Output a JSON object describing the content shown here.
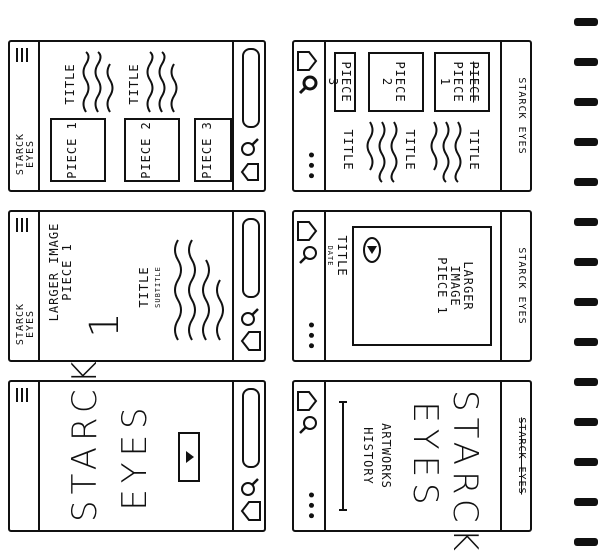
{
  "brand": {
    "name": "STARCK EYES",
    "name_struck": "STARCK EYES"
  },
  "pieces": {
    "piece1": "PIECE 1",
    "piece1_struck": "PIECE",
    "piece2": "PIECE 2",
    "piece3": "PIECE 3",
    "title": "TITLE"
  },
  "detail": {
    "large_image": "LARGER IMAGE PIECE 1",
    "title": "TITLE",
    "subtitle": "SUBTITLE",
    "date": "DATE",
    "number": "1"
  },
  "home": {
    "big_line1": "STARCK",
    "big_line2": "EYES",
    "link_artworks": "ARTWORKS",
    "link_history": "HISTORY"
  },
  "icons": [
    "home-icon",
    "search-icon",
    "menu-icon",
    "play-icon",
    "dropdown-arrow-icon",
    "more-dots-icon"
  ]
}
